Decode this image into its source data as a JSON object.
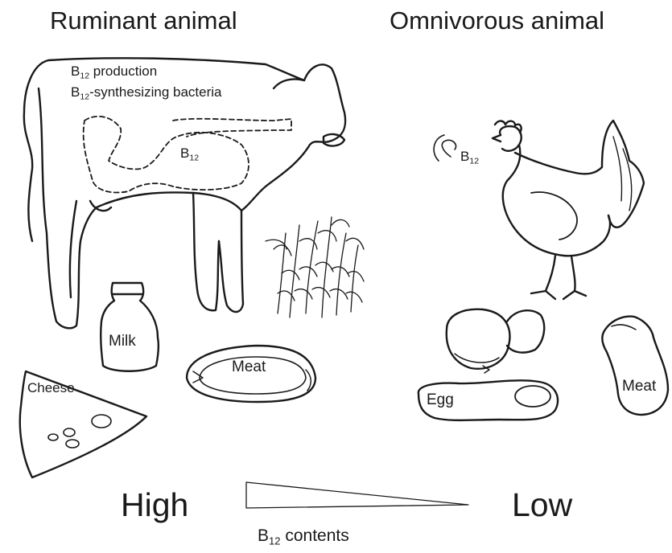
{
  "headings": {
    "ruminant": "Ruminant animal",
    "omnivorous": "Omnivorous animal"
  },
  "cow": {
    "production_label": {
      "prefix": "B",
      "sub": "12",
      "suffix": " production"
    },
    "bacteria_label": {
      "prefix": "B",
      "sub": "12",
      "suffix": "-synthesizing bacteria"
    },
    "stomach_label": {
      "prefix": "B",
      "sub": "12",
      "suffix": ""
    }
  },
  "chicken": {
    "b12_label": {
      "prefix": "B",
      "sub": "12",
      "suffix": ""
    }
  },
  "foods": {
    "milk": "Milk",
    "cheese": "Cheese",
    "cow_meat": "Meat",
    "egg": "Egg",
    "chicken_meat": "Meat"
  },
  "scale": {
    "high": "High",
    "low": "Low",
    "caption": {
      "prefix": "B",
      "sub": "12",
      "suffix": " contents"
    }
  },
  "colors": {
    "ink": "#1a1a1a",
    "background": "#ffffff"
  }
}
